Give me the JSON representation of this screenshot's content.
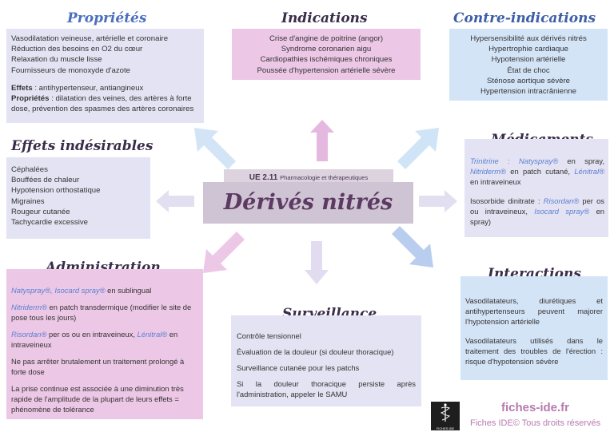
{
  "proprietes": {
    "title": "Propriétés",
    "lines": [
      "Vasodilatation veineuse, artérielle et coronaire",
      "Réduction des besoins en O2 du cœur",
      "Relaxation du muscle lisse",
      "Fournisseurs de monoxyde d'azote"
    ],
    "effets_label": "Effets",
    "effets_text": " : antihypertenseur, antiangineux",
    "prop_label": "Propriétés",
    "prop_text": " : dilatation des veines, des artères à forte dose, prévention des spasmes des artères coronaires"
  },
  "indications": {
    "title": "Indications",
    "lines": [
      "Crise d'angine de poitrine (angor)",
      "Syndrome coronarien aigu",
      "Cardiopathies ischémiques chroniques",
      "Poussée d'hypertension artérielle sévère"
    ]
  },
  "contre": {
    "title": "Contre-indications",
    "lines": [
      "Hypersensibilité aux dérivés nitrés",
      "Hypertrophie cardiaque",
      "Hypotension artérielle",
      "État de choc",
      "Sténose aortique sévère",
      "Hypertension intracrânienne"
    ]
  },
  "effets_indesirables": {
    "title": "Effets indésirables",
    "lines": [
      "Céphalées",
      "Bouffées de chaleur",
      "Hypotension orthostatique",
      "Migraines",
      "Rougeur cutanée",
      "Tachycardie excessive"
    ]
  },
  "center": {
    "ue": "UE 2.11",
    "ue_sub": "Pharmacologie et thérapeutiques",
    "title": "Dérivés nitrés"
  },
  "medicaments": {
    "title": "Médicaments",
    "trinitrine": "Trinitrine : ",
    "natyspray": "Natyspray®",
    "t1": " en spray, ",
    "nitriderm": "Nitriderm®",
    "t2": " en patch cutané, ",
    "lenitral": "Lénitral®",
    "t3": " en intraveineux",
    "iso": "Isosorbide dinitrate : ",
    "risordan": "Risordan®",
    "t4": " per os ou intraveineux, ",
    "isocard": "Isocard spray®",
    "t5": " en spray)"
  },
  "administration": {
    "title": "Administration",
    "p1_brand1": "Natyspray®, ",
    "p1_brand2": "Isocard spray®",
    "p1_text": " en sublingual",
    "p2_brand": "Nitriderm®",
    "p2_text": " en patch transdermique (modifier le site de pose tous les jours)",
    "p3_brand1": "Risordan®",
    "p3_text1": " per os ou en intraveineux, ",
    "p3_brand2": "Lénitral®",
    "p3_text2": " en intraveineux",
    "p4": "Ne pas arrêter brutalement un traitement prolongé à forte dose",
    "p5": "La prise continue est associée à une diminution très rapide de l'amplitude de la plupart de leurs effets = phénomène de tolérance"
  },
  "surveillance": {
    "title": "Surveillance",
    "lines": [
      "Contrôle tensionnel",
      "Évaluation de la douleur (si douleur thoracique)",
      "Surveillance cutanée pour les patchs",
      "Si la douleur thoracique persiste après l'administration, appeler le SAMU"
    ]
  },
  "interactions": {
    "title": "Interactions",
    "p1": "Vasodilatateurs, diurétiques et antihypertenseurs peuvent majorer l'hypotension artérielle",
    "p2": "Vasodilatateurs utilisés dans le traitement des troubles de l'érection : risque d'hypotension sévère"
  },
  "footer": {
    "site": "fiches-ide.fr",
    "rights": "Fiches IDE© Tous droits réservés",
    "logo_text": "FICHES IDE"
  },
  "colors": {
    "lavender": "#e4e3f3",
    "pink": "#ecc8e6",
    "light_blue": "#d4e4f7",
    "blue_title": "#4a6fbf",
    "dark_title": "#3a2d4a",
    "center_box": "#cfc4d3",
    "center_text": "#5c3a63"
  }
}
